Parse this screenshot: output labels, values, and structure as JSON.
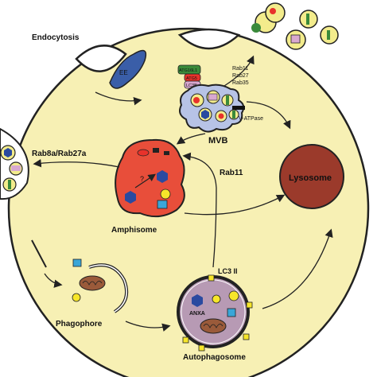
{
  "labels": {
    "endocytosis": "Endocytosis",
    "early_endosome": "EE",
    "mvb": "MVB",
    "rab11": "Rab11",
    "rab_secretion": [
      "Rab11",
      "Rab27",
      "Rab35"
    ],
    "v_atpase": "V-ATPase",
    "rab8a_rab27a": "Rab8a/Rab27a",
    "amphisome": "Amphisome",
    "lysosome": "Lysosome",
    "phagophore": "Phagophore",
    "autophagosome": "Autophagosome",
    "lc3_ii": "LC3 II",
    "anxa": "ANXA",
    "question_mark": "?",
    "mvb_proteins": [
      "ATG16L1",
      "ATG5",
      "LC3B"
    ]
  },
  "colors": {
    "cell_fill": "#f7f0b4",
    "outline": "#222222",
    "mvb_fill": "#b7c3e6",
    "amphisome_fill": "#e84e3a",
    "lysosome_fill": "#9b3a2b",
    "autophagosome_fill": "#b79ab4",
    "endosome_fill": "#3a5ea8",
    "vesicle_fill": "#f3ec8c",
    "red": "#e8322b",
    "blue": "#2a4aa0",
    "yellow": "#f7e62a",
    "cyan": "#3aa6d8",
    "green": "#3a8a3a",
    "pink": "#d8a8d0",
    "mito": "#9a5a3a"
  }
}
